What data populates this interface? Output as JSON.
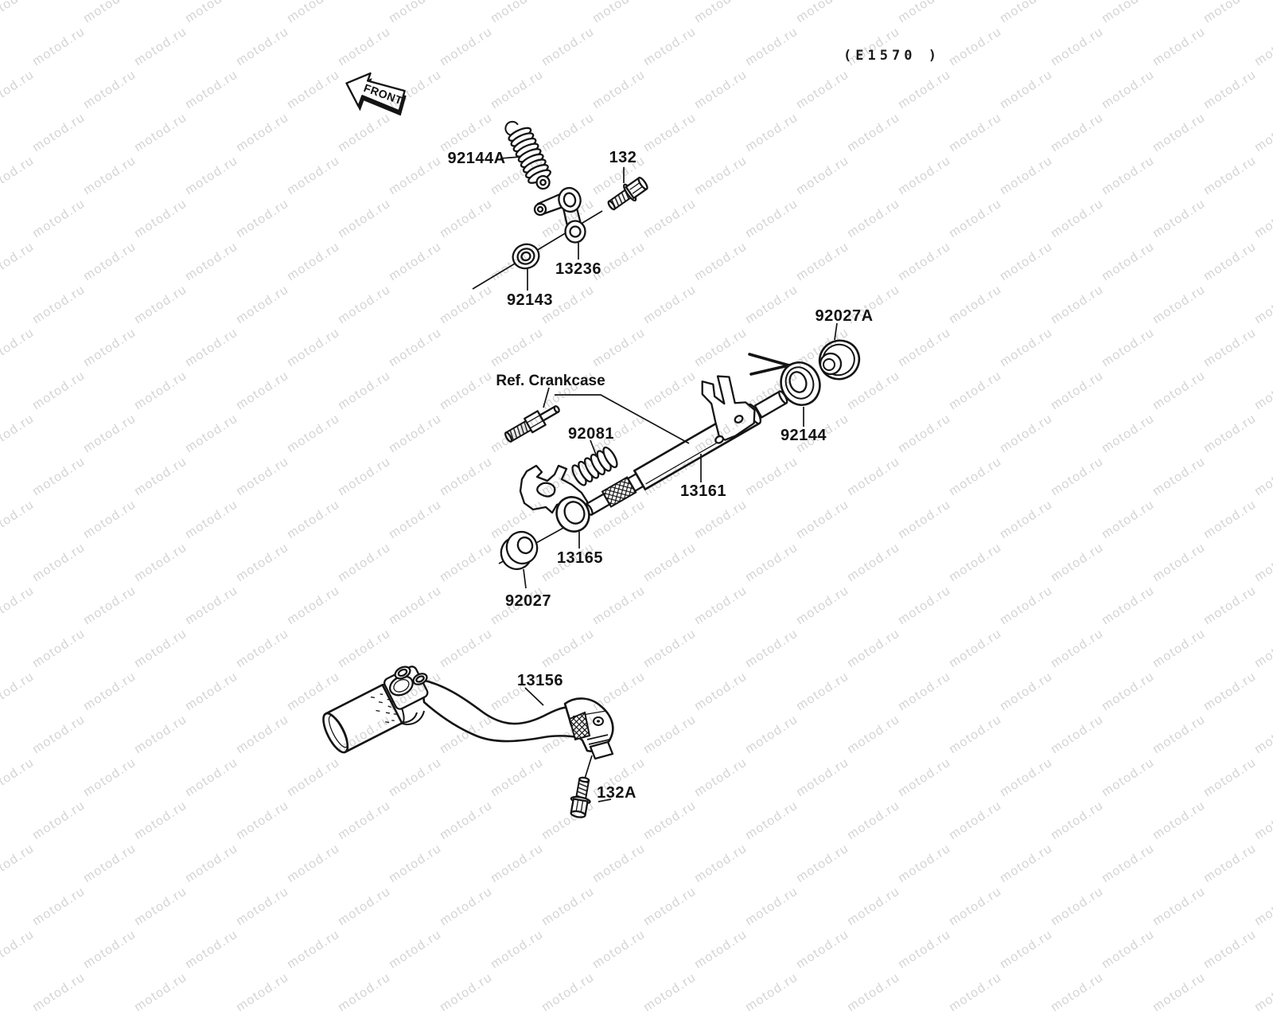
{
  "header": {
    "code": "(E1570 )"
  },
  "front_arrow": {
    "label": "FRONT"
  },
  "watermark": {
    "text": "motod.ru",
    "color": "#d4d4d4"
  },
  "parts": {
    "spring_92144A": {
      "label": "92144A"
    },
    "bolt_132": {
      "label": "132"
    },
    "lever_13236": {
      "label": "13236"
    },
    "washer_92143": {
      "label": "92143"
    },
    "ref_crankcase": {
      "label": "Ref. Crankcase"
    },
    "spring_92081": {
      "label": "92081"
    },
    "shaft_13161": {
      "label": "13161"
    },
    "spring_92144": {
      "label": "92144"
    },
    "cap_92027A": {
      "label": "92027A"
    },
    "plate_13165": {
      "label": "13165"
    },
    "grommet_92027": {
      "label": "92027"
    },
    "pedal_13156": {
      "label": "13156"
    },
    "bolt_132A": {
      "label": "132A"
    }
  }
}
